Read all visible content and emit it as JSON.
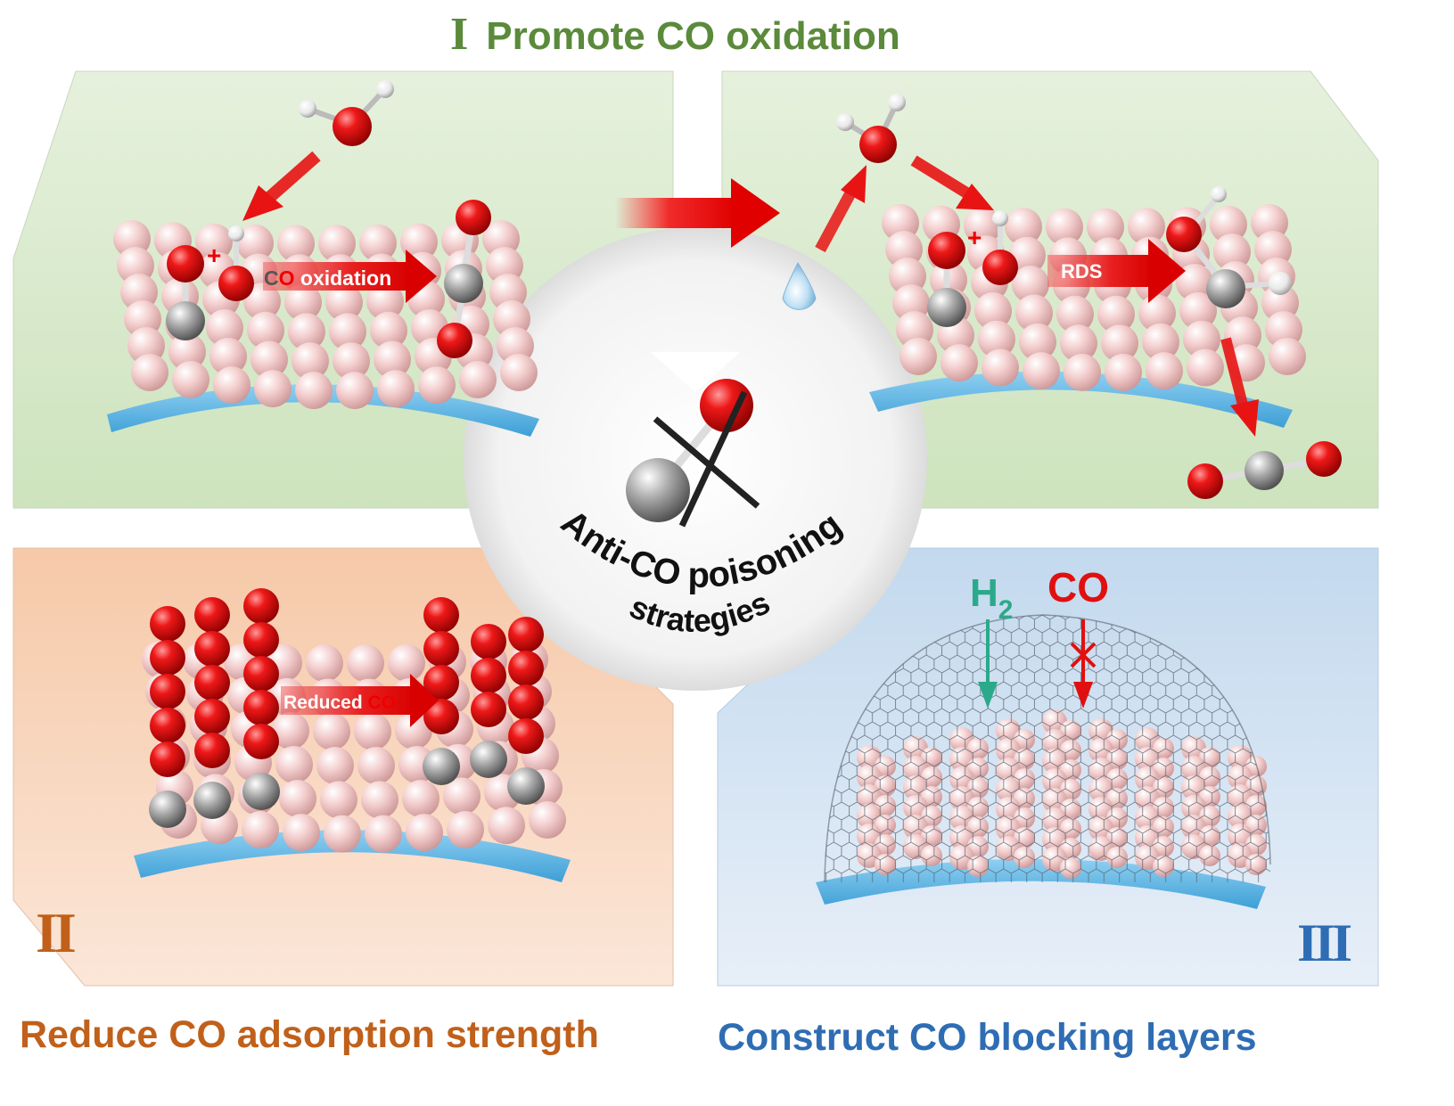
{
  "title_top": {
    "numeral": "I",
    "text": "Promote CO oxidation"
  },
  "panel1": {
    "label_co_c": "C",
    "label_co_o": "O",
    "label_rest": " oxidation",
    "charge": "+"
  },
  "panel2": {
    "label": "RDS",
    "charge": "+"
  },
  "panel3": {
    "label_prefix": "Reduced ",
    "label_co": "CO",
    "numeral": "II"
  },
  "panel4": {
    "h2": "H",
    "h2_sub": "2",
    "co": "CO",
    "numeral": "III"
  },
  "center": {
    "line1": "Anti-CO poisoning",
    "line2": "strategies"
  },
  "title_bottom_left": "Reduce CO adsorption strength",
  "title_bottom_right": "Construct CO blocking layers",
  "colors": {
    "green": "#5a8a3a",
    "orange": "#c0601a",
    "blue": "#2e6db4",
    "red": "#e01010",
    "teal": "#2aaa8a"
  }
}
